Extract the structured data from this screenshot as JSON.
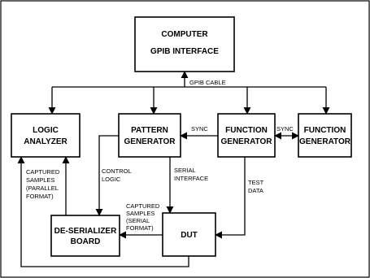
{
  "boxes": {
    "computer": {
      "line1": "COMPUTER",
      "line2": "GPIB INTERFACE"
    },
    "logic_analyzer": {
      "line1": "LOGIC",
      "line2": "ANALYZER"
    },
    "pattern_generator": {
      "line1": "PATTERN",
      "line2": "GENERATOR"
    },
    "function_generator_1": {
      "line1": "FUNCTION",
      "line2": "GENERATOR"
    },
    "function_generator_2": {
      "line1": "FUNCTION",
      "line2": "GENERATOR"
    },
    "deserializer_board": {
      "line1": "DE-SERIALIZER",
      "line2": "BOARD"
    },
    "dut": {
      "line1": "DUT"
    }
  },
  "labels": {
    "gpib_cable": "GPIB CABLE",
    "sync_1": "SYNC",
    "sync_2": "SYNC",
    "control_logic": [
      "CONTROL",
      "LOGIC"
    ],
    "serial_interface": [
      "SERIAL",
      "INTERFACE"
    ],
    "test_data": [
      "TEST",
      "DATA"
    ],
    "captured_parallel": [
      "CAPTURED",
      "SAMPLES",
      "(PARALLEL",
      "FORMAT)"
    ],
    "captured_serial": [
      "CAPTURED",
      "SAMPLES",
      "(SERIAL",
      "FORMAT)"
    ]
  }
}
